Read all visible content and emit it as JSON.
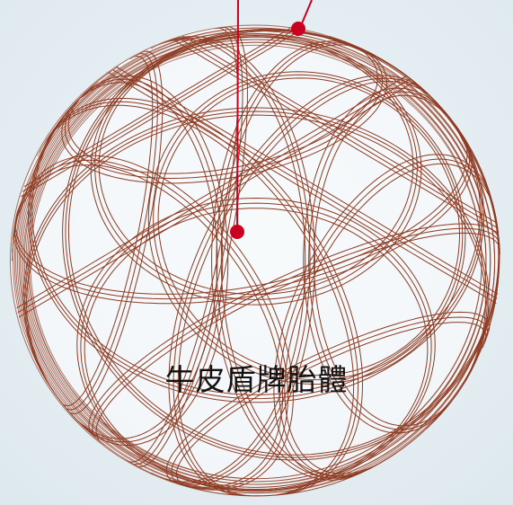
{
  "figure": {
    "label": "牛皮盾牌胎體"
  },
  "colors": {
    "background": "#e6eef3",
    "strand": "#8e3b22",
    "strand_fill": "#ffffff",
    "pointer": "#c9001f",
    "text": "#111111"
  },
  "icons": {
    "callout_dots": "red-dot-marker",
    "basket": "woven-rattan-sphere-illustration"
  }
}
